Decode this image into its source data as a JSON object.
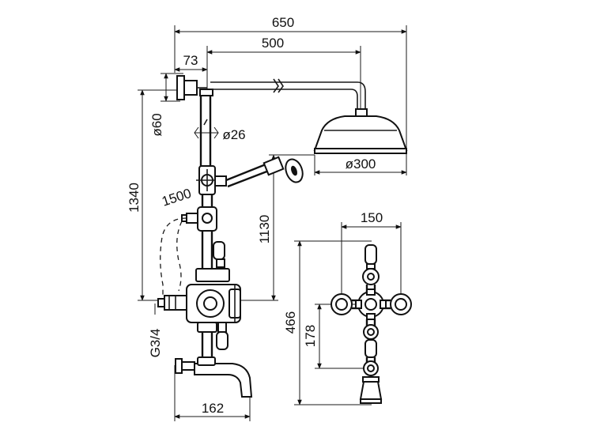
{
  "dimensions": {
    "overall_width": "650",
    "head_reach": "500",
    "wall_offset": "73",
    "wall_flange": "ø60",
    "riser_diameter": "ø26",
    "hose_length": "1500",
    "overall_height": "1340",
    "head_height": "1130",
    "head_diameter": "ø300",
    "inlet_thread": "G3/4",
    "spout_projection": "162",
    "inlet_centres": "150",
    "valve_height": "466",
    "inlet_to_spout": "178"
  }
}
